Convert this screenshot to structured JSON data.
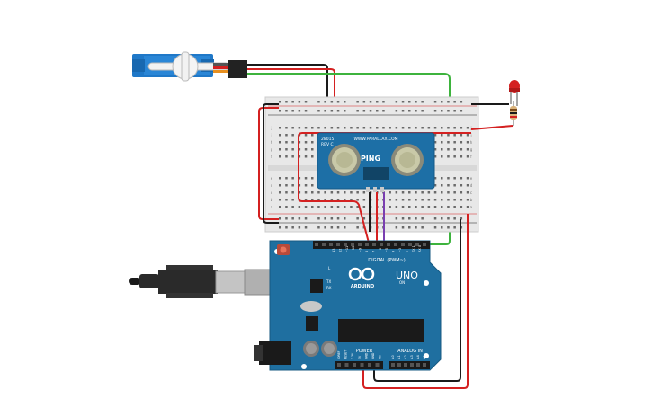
{
  "servo": {
    "icon": "servo-motor-icon"
  },
  "led": {
    "icon": "red-led-icon",
    "color": "#d42020"
  },
  "resistor": {
    "icon": "resistor-icon"
  },
  "sensor": {
    "brand": "WWW.PARALLAX.COM",
    "model": "PING",
    "id": "28015",
    "rev": "REV C",
    "colors": {
      "board": "#1d6fa6",
      "transducer": "#c9c9a8"
    }
  },
  "breadboard": {
    "rows_top": [
      "j",
      "i",
      "h",
      "g",
      "f"
    ],
    "rows_bottom": [
      "e",
      "d",
      "c",
      "b",
      "a"
    ]
  },
  "arduino": {
    "model": "UNO",
    "logo_text": "ARDUINO",
    "digital_label": "DIGITAL (PWM~)",
    "power_label": "POWER",
    "analog_label": "ANALOG IN",
    "aref": "AREF",
    "gnd": "GND",
    "tx": "TX",
    "rx": "RX",
    "l": "L",
    "on": "ON",
    "digital_pins": [
      "13",
      "12",
      "~11",
      "~10",
      "~9",
      "8",
      "7",
      "~6",
      "~5",
      "4",
      "~3",
      "2",
      "TX 1",
      "RX 0"
    ],
    "power_pins": [
      "IOREF",
      "RESET",
      "3.3V",
      "5V",
      "GND",
      "GND",
      "Vin"
    ],
    "analog_pins": [
      "A0",
      "A1",
      "A2",
      "A3",
      "A4",
      "A5"
    ],
    "colors": {
      "board": "#1f6fa0",
      "header": "#1a1a1a"
    }
  },
  "usb": {
    "icon": "usb-cable-icon"
  },
  "wires": {
    "black": "#1a1a1a",
    "red": "#d42020",
    "green": "#3db33d",
    "purple": "#7a3fb0"
  }
}
